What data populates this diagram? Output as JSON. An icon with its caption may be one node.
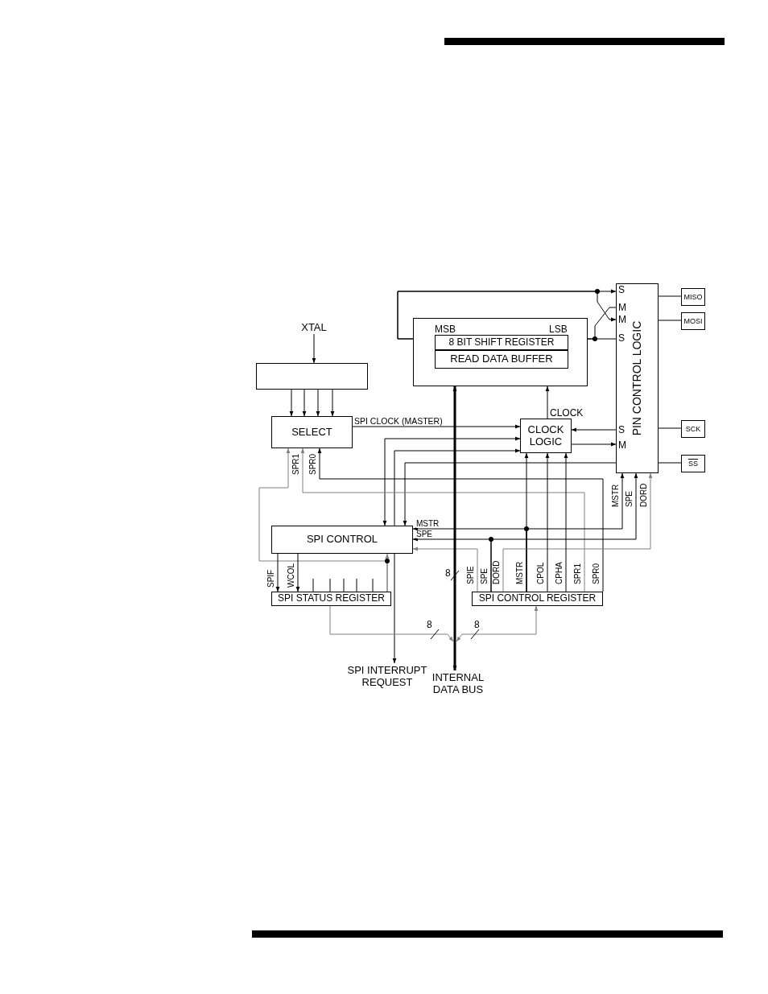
{
  "diagram": {
    "nodes": [
      {
        "text": [],
        "shape": "box"
      },
      {
        "text": [
          "8 BIT SHIFT REGISTER"
        ],
        "in": 0
      },
      {
        "text": [
          "READ DATA BUFFER"
        ],
        "in": 0
      },
      {
        "text": [
          "XTAL"
        ]
      },
      {
        "text": [],
        "shape": "box"
      },
      {
        "text": [
          "SELECT"
        ]
      },
      {
        "text": [
          "CLOCK LOGIC"
        ]
      },
      {
        "text": [
          "PIN CONTROL LOGIC"
        ]
      },
      {
        "text": [
          "MISO"
        ]
      },
      {
        "text": [
          "MOSI"
        ]
      },
      {
        "text": [
          "SCK"
        ]
      },
      {
        "text": [
          "SS"
        ]
      },
      {
        "text": [
          "SPI CONTROL"
        ]
      },
      {
        "text": [
          "SPI STATUS REGISTER"
        ]
      },
      {
        "text": [
          "SPI CONTROL REGISTER"
        ]
      },
      {
        "text": [
          "SPI INTERRUPT REQUEST"
        ]
      },
      {
        "text": [
          "INTERNAL DATA BUS"
        ]
      }
    ],
    "edges": [
      {
        "from": 3,
        "to": 4,
        "arrow": "to"
      },
      {
        "from": 4,
        "to": 5,
        "arrow": "to"
      },
      {
        "from": 4,
        "to": 5,
        "arrow": "to"
      },
      {
        "from": 4,
        "to": 5,
        "arrow": "to"
      },
      {
        "from": 4,
        "to": 5,
        "arrow": "to"
      },
      {
        "from": 5,
        "to": 6,
        "arrow": "to",
        "label": "SPI CLOCK (MASTER)"
      },
      {
        "from": 6,
        "to": 0,
        "arrow": "to",
        "label": "CLOCK"
      },
      {
        "from": 7,
        "to": 6,
        "arrow": "to"
      },
      {
        "from": 6,
        "to": 7,
        "arrow": "to"
      },
      {
        "from": 1,
        "to": 7,
        "arrow": "to"
      },
      {
        "from": 7,
        "to": 1,
        "arrow": "to"
      },
      {
        "from": 1,
        "to": 7,
        "arrow": "to"
      },
      {
        "from": 7,
        "to": 1,
        "arrow": "to"
      },
      {
        "from": 7,
        "to": 8,
        "arrow": "none"
      },
      {
        "from": 7,
        "to": 9,
        "arrow": "none"
      },
      {
        "from": 7,
        "to": 10,
        "arrow": "none"
      },
      {
        "from": 7,
        "to": 11,
        "arrow": "none"
      },
      {
        "from": 12,
        "to": 15,
        "arrow": "to"
      },
      {
        "from": 12,
        "to": 6,
        "arrow": "to"
      },
      {
        "from": 12,
        "to": 6,
        "arrow": "both"
      },
      {
        "from": 7,
        "to": 12,
        "arrow": "to"
      },
      {
        "from": 14,
        "to": 5,
        "arrow": "to"
      },
      {
        "from": 14,
        "to": 5,
        "arrow": "to",
        "color": "#808080"
      },
      {
        "from": 13,
        "to": 5,
        "arrow": "to",
        "color": "#808080"
      },
      {
        "from": 13,
        "to": 12,
        "arrow": "to",
        "color": "#808080"
      },
      {
        "from": 14,
        "to": 12,
        "arrow": "to",
        "label": "MSTR"
      },
      {
        "from": 14,
        "to": 7,
        "arrow": "to",
        "label": "MSTR"
      },
      {
        "from": 14,
        "to": 12,
        "arrow": "to",
        "label": "SPE"
      },
      {
        "from": 14,
        "to": 7,
        "arrow": "to",
        "label": "SPE"
      },
      {
        "from": 14,
        "to": 12,
        "arrow": "to",
        "color": "#808080"
      },
      {
        "from": 14,
        "to": 7,
        "arrow": "to",
        "label": "DORD",
        "color": "#808080"
      },
      {
        "from": 14,
        "to": 6,
        "arrow": "to"
      },
      {
        "from": 14,
        "to": 6,
        "arrow": "to"
      },
      {
        "from": 14,
        "to": 6,
        "arrow": "to"
      },
      {
        "from": 12,
        "to": 13,
        "arrow": "to"
      },
      {
        "from": 12,
        "to": 13,
        "arrow": "to"
      },
      {
        "from": 13,
        "to": 16,
        "arrow": "to",
        "color": "#808080"
      },
      {
        "from": 14,
        "to": 16,
        "arrow": "both",
        "color": "#808080"
      },
      {
        "from": 16,
        "to": 0,
        "arrow": "both",
        "style": "thick"
      }
    ],
    "labels": [
      "MSB",
      "LSB",
      "S",
      "M",
      "M",
      "S",
      "S",
      "M",
      "SPR1",
      "SPR0",
      "SPIF",
      "WCOL",
      "8",
      "SPIE",
      "SPE",
      "DORD",
      "MSTR",
      "CPOL",
      "CPHA",
      "SPR1",
      "SPR0",
      "8",
      "8"
    ]
  }
}
